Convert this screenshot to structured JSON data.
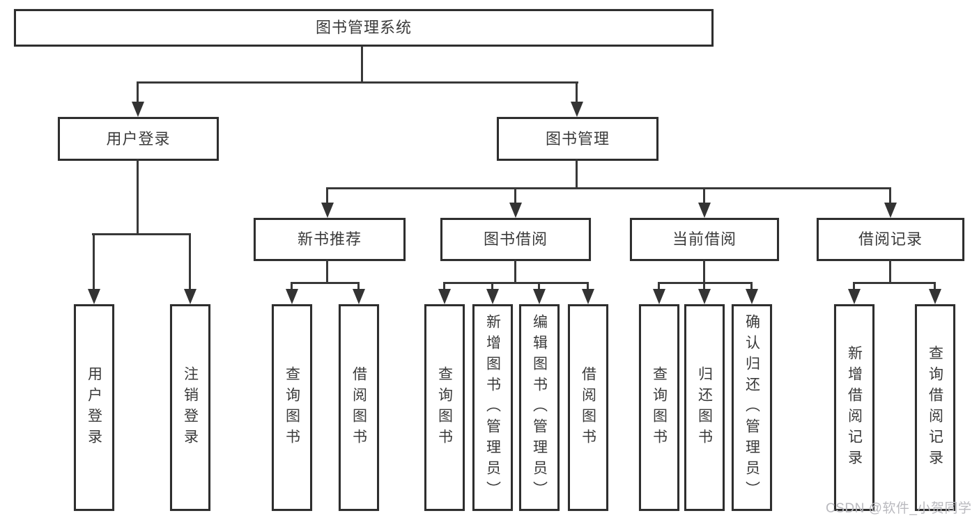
{
  "tree": {
    "root": {
      "label": "图书管理系统"
    },
    "branches": [
      {
        "label": "用户登录",
        "children": [
          {
            "label": "用户登录"
          },
          {
            "label": "注销登录"
          }
        ]
      },
      {
        "label": "图书管理",
        "groups": [
          {
            "label": "新书推荐",
            "children": [
              {
                "label": "查询图书"
              },
              {
                "label": "借阅图书"
              }
            ]
          },
          {
            "label": "图书借阅",
            "children": [
              {
                "label": "查询图书"
              },
              {
                "label": "新增图书（管理员）"
              },
              {
                "label": "编辑图书（管理员）"
              },
              {
                "label": "借阅图书"
              }
            ]
          },
          {
            "label": "当前借阅",
            "children": [
              {
                "label": "查询图书"
              },
              {
                "label": "归还图书"
              },
              {
                "label": "确认归还（管理员）"
              }
            ]
          },
          {
            "label": "借阅记录",
            "children": [
              {
                "label": "新增借阅记录"
              },
              {
                "label": "查询借阅记录"
              }
            ]
          }
        ]
      }
    ]
  },
  "watermark": {
    "text": "CSDN @软件_小贺同学"
  },
  "colors": {
    "line": "#383838",
    "border": "#2e2e2e",
    "text": "#3a3a3a",
    "watermark": "#b9b9be",
    "background": "#ffffff"
  }
}
